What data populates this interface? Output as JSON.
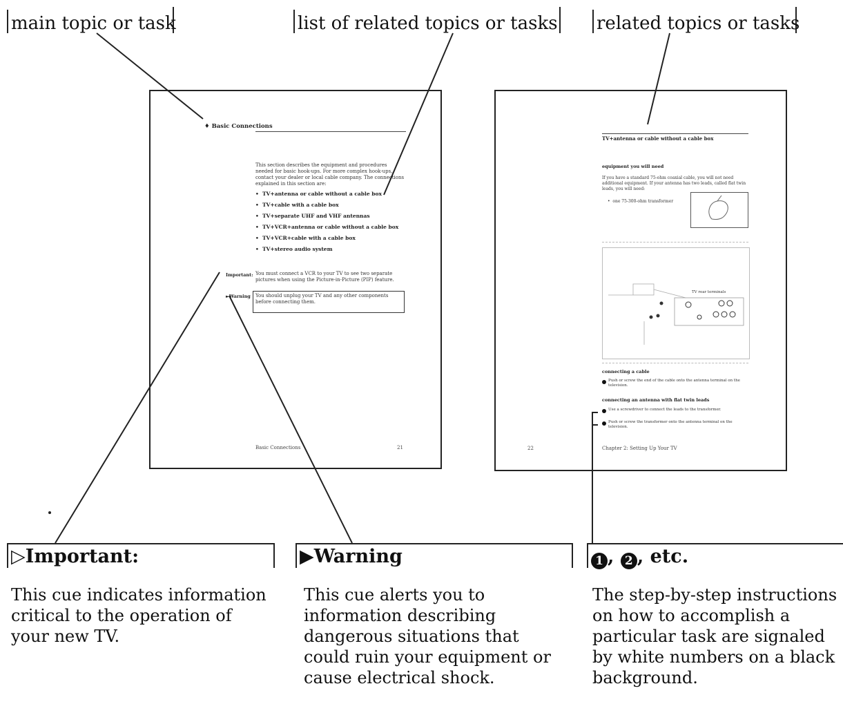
{
  "callouts": {
    "main_topic": "main topic or task",
    "list_related": "list of related topics or tasks",
    "related": "related topics or tasks"
  },
  "left_page": {
    "heading": "Basic Connections",
    "intro": "This section describes the equipment and procedures needed for basic hook-ups. For more complex hook-ups, contact your dealer or local cable company. The connections explained in this section are:",
    "items": [
      "TV+antenna or cable without a cable box",
      "TV+cable with a cable box",
      "TV+separate UHF and VHF antennas",
      "TV+VCR+antenna or cable without a cable box",
      "TV+VCR+cable with a cable box",
      "TV+stereo audio system"
    ],
    "important_label": "Important:",
    "important_text": "You must connect a VCR to your TV to see two separate pictures when using the Picture-in-Picture (PIP) feature.",
    "warning_label": "Warning",
    "warning_text": "You should unplug your TV and any other components before connecting them.",
    "footer_title": "Basic Connections",
    "page_number": "21"
  },
  "right_page": {
    "heading": "TV+antenna or cable without a cable box",
    "equip_heading": "equipment you will need",
    "equip_text": "If you have a standard 75-ohm coaxial cable, you will not need additional equipment. If your antenna has two leads, called flat twin leads, you will need:",
    "equip_item": "one 75-300-ohm transformer",
    "diagram_label": "TV rear terminals",
    "cable_heading": "connecting a cable",
    "cable_step": "Push or screw the end of the cable onto the antenna terminal on the television.",
    "antenna_heading": "connecting an antenna with flat twin leads",
    "antenna_step1": "Use a screwdriver to connect the leads to the transformer.",
    "antenna_step2": "Push or screw the transformer onto the antenna terminal on the television.",
    "page_number": "22",
    "footer_title": "Chapter 2: Setting Up Your TV"
  },
  "cues": {
    "important": {
      "title": "Important:",
      "description_lines": [
        "This cue indicates information",
        "critical to the operation of",
        "your new TV."
      ]
    },
    "warning": {
      "title": "Warning",
      "description_lines": [
        "This cue alerts you to",
        "information describing",
        "dangerous situations that",
        "could ruin your equipment or",
        "cause electrical shock."
      ]
    },
    "steps": {
      "num1": "1",
      "num2": "2",
      "title_suffix": ", etc.",
      "description_lines": [
        "The step-by-step instructions",
        "on how to accomplish a",
        "particular task are signaled",
        "by white numbers on a black",
        "background."
      ]
    }
  }
}
